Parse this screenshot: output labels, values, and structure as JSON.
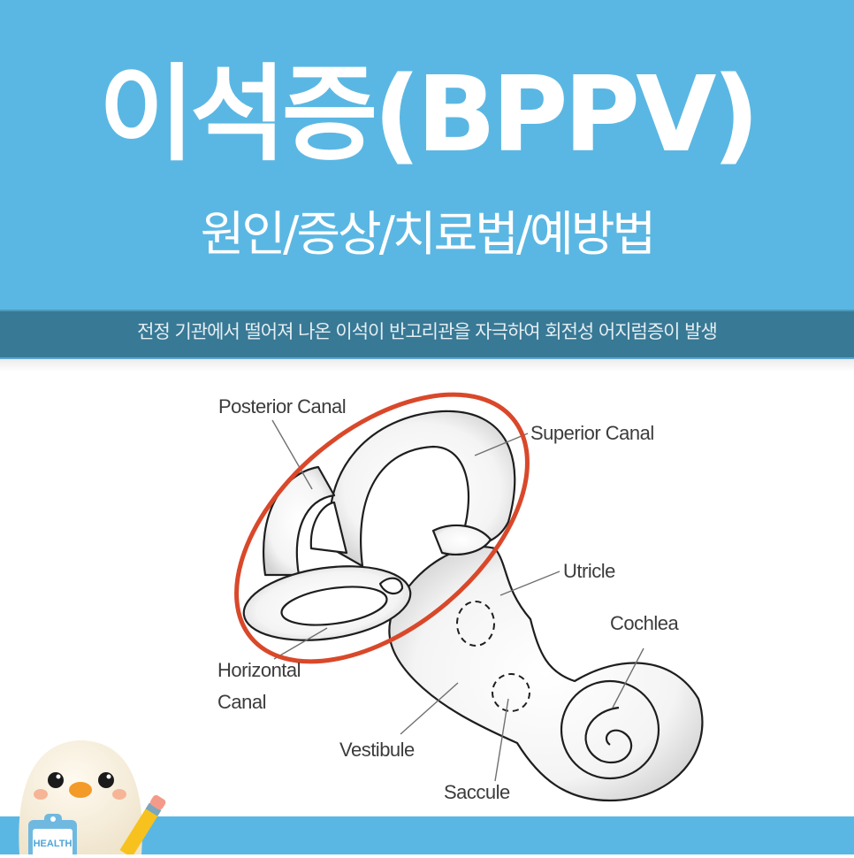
{
  "header": {
    "title": "이석증(BPPV)",
    "subtitle": "원인/증상/치료법/예방법",
    "background_color": "#5ab7e3"
  },
  "band": {
    "text": "전정 기관에서 떨어져 나온 이석이 반고리관을 자극하여 회전성 어지럼증이 발생",
    "background_color": "#387995"
  },
  "diagram": {
    "highlight_color": "#d9482a",
    "labels": {
      "posterior_canal": "Posterior Canal",
      "superior_canal": "Superior Canal",
      "utricle": "Utricle",
      "cochlea": "Cochlea",
      "horizontal_canal_line1": "Horizontal",
      "horizontal_canal_line2": "Canal",
      "vestibule": "Vestibule",
      "saccule": "Saccule"
    }
  },
  "mascot": {
    "clipboard_text": "HEALTH"
  },
  "footer": {
    "background_color": "#5ab7e3"
  }
}
